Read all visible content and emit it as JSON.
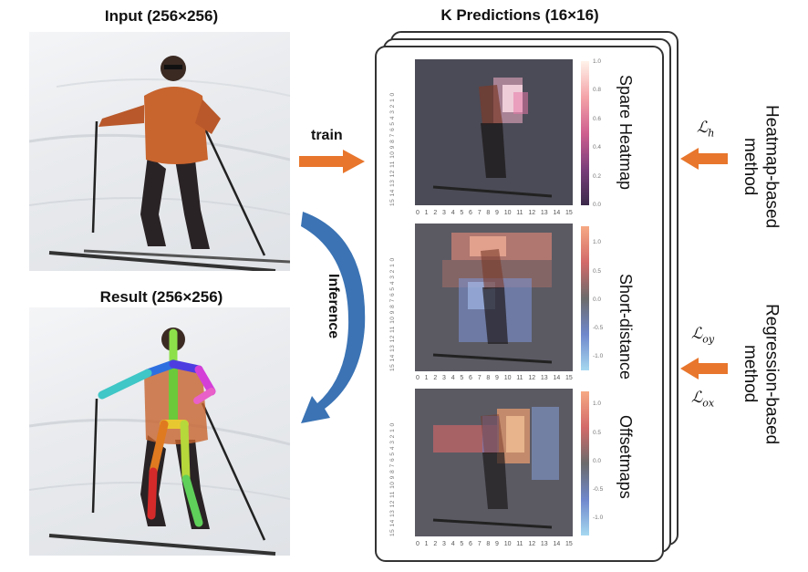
{
  "input_title": "Input (256×256)",
  "result_title": "Result (256×256)",
  "predictions_title": "K Predictions (16×16)",
  "train_label": "train",
  "inference_label": "Inference",
  "panels": [
    {
      "label": "Spare Heatmap",
      "cbar_ticks": [
        "1.0",
        "0.8",
        "0.6",
        "0.4",
        "0.2",
        "0.0"
      ]
    },
    {
      "label": "Short-distance",
      "cbar_ticks": [
        "1.0",
        "0.5",
        "0.0",
        "-0.5",
        "-1.0"
      ]
    },
    {
      "label": "Offsetmaps",
      "cbar_ticks": [
        "1.0",
        "0.5",
        "0.0",
        "-0.5",
        "-1.0"
      ]
    }
  ],
  "axis_ticks": [
    "0",
    "1",
    "2",
    "3",
    "4",
    "5",
    "6",
    "7",
    "8",
    "9",
    "10",
    "11",
    "12",
    "13",
    "14",
    "15"
  ],
  "axis_ticks_y": "15 14 13 12 11 10 9 8 7 6 5 4 3 2 1 0",
  "heatmap_method_label": "Heatmap-based\nmethod",
  "regression_method_label": "Regression-based\nmethod",
  "loss_h": {
    "base": "ℒ",
    "sub": "h"
  },
  "loss_oy": {
    "base": "ℒ",
    "sub": "oy"
  },
  "loss_ox": {
    "base": "ℒ",
    "sub": "ox"
  },
  "colors": {
    "arrow_orange": "#e8762c",
    "arrow_blue": "#3b73b4"
  }
}
